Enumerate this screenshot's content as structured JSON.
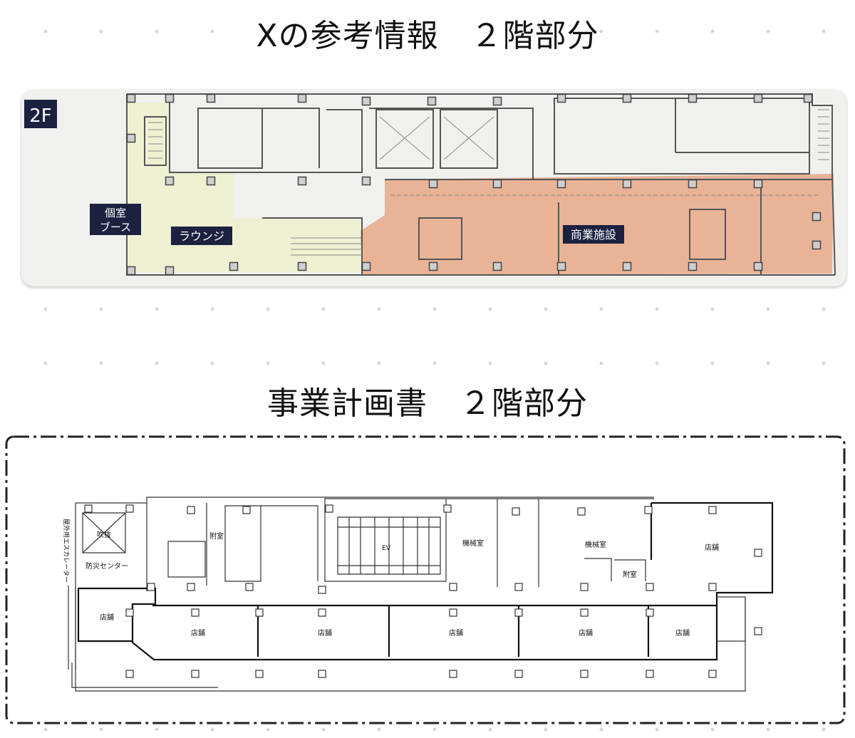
{
  "top": {
    "heading": "Xの参考情報　２階部分",
    "floor_badge": "2F",
    "labels": {
      "private_booth_line1": "個室",
      "private_booth_line2": "ブース",
      "lounge": "ラウンジ",
      "commercial": "商業施設"
    },
    "colors": {
      "lounge_fill": "#eef0d2",
      "commercial_fill": "#e9b397",
      "badge_fill": "#1c2140"
    }
  },
  "bottom": {
    "heading": "事業計画書　２階部分",
    "labels": {
      "escalator": "屋外用エスカレーター",
      "void": "吹抜",
      "disaster_center": "防災センター",
      "annex_room": "附室",
      "annex_room_2": "附室",
      "ev": "EV",
      "machine_room_1": "機械室",
      "machine_room_2": "機械室",
      "store_top_right": "店舗",
      "store_left": "店舗",
      "stores": [
        "店舗",
        "店舗",
        "店舗",
        "店舗",
        "店舗"
      ]
    }
  }
}
